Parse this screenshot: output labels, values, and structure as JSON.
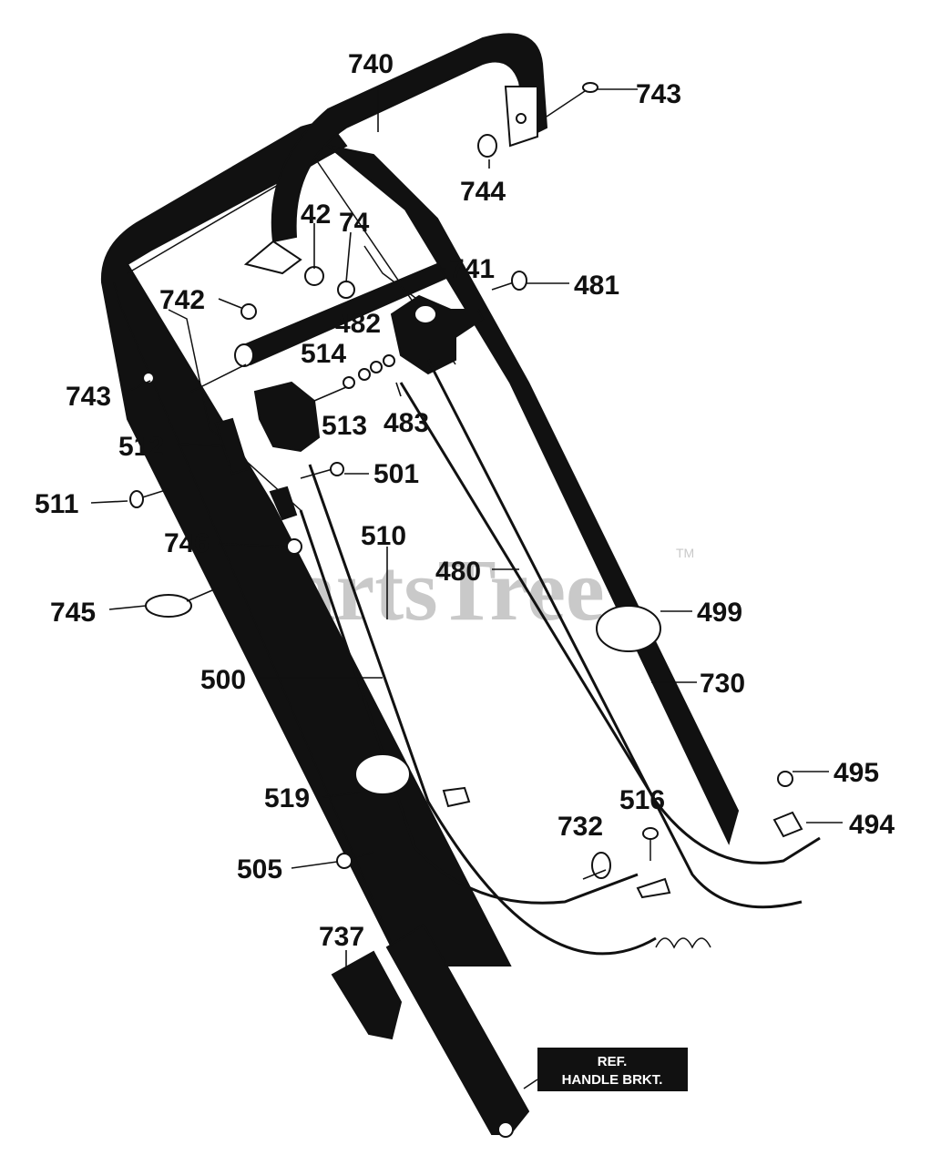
{
  "watermark": {
    "text": "PartsTree",
    "trademark": "TM"
  },
  "ref_box": {
    "line1": "REF.",
    "line2": "HANDLE BRKT."
  },
  "labels": {
    "p740": "740",
    "p743_top": "743",
    "p744": "744",
    "p42": "42",
    "p74x": "74",
    "p741": "741",
    "p481": "481",
    "p742": "742",
    "p482": "482",
    "p514": "514",
    "p743_left": "743",
    "p513": "513",
    "p483": "483",
    "p512": "512",
    "p501": "501",
    "p511": "511",
    "p510": "510",
    "p746": "746",
    "p480": "480",
    "p745": "745",
    "p499": "499",
    "p500": "500",
    "p730": "730",
    "p495": "495",
    "p519": "519",
    "p516": "516",
    "p494": "494",
    "p732": "732",
    "p505": "505",
    "p737": "737"
  },
  "colors": {
    "ink": "#111111",
    "watermark": "#c9c9c9",
    "background": "#ffffff"
  }
}
